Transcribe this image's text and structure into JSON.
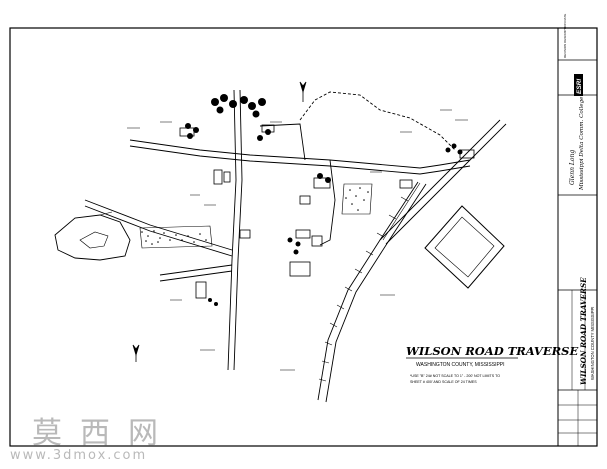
{
  "drawing": {
    "title": "WILSON ROAD TRAVERSE",
    "location": "WASHINGTON COUNTY, MISSISSIPPI",
    "scale_note_line1": "*USE \"B\" 24# NOT SCALE TO 1\" - 200' NOT LIMITS TO",
    "scale_note_line2": "SHEET # 400' AND SCALE OF 24 TIMES"
  },
  "title_block": {
    "logo": "ESRI",
    "author": "Glenn Long",
    "organization": "Mississippi Delta Comm. College",
    "project_title": "WILSON ROAD TRAVERSE",
    "project_location": "WASHINGTON COUNTY MISSISSIPPI",
    "revision_header": "REVISION DESCRIPTION DATE"
  },
  "watermark": {
    "chinese": "莫西网",
    "url": "www.3dmox.com"
  },
  "colors": {
    "ink": "#000000",
    "paper": "#ffffff",
    "watermark": "#b9b9b9"
  }
}
